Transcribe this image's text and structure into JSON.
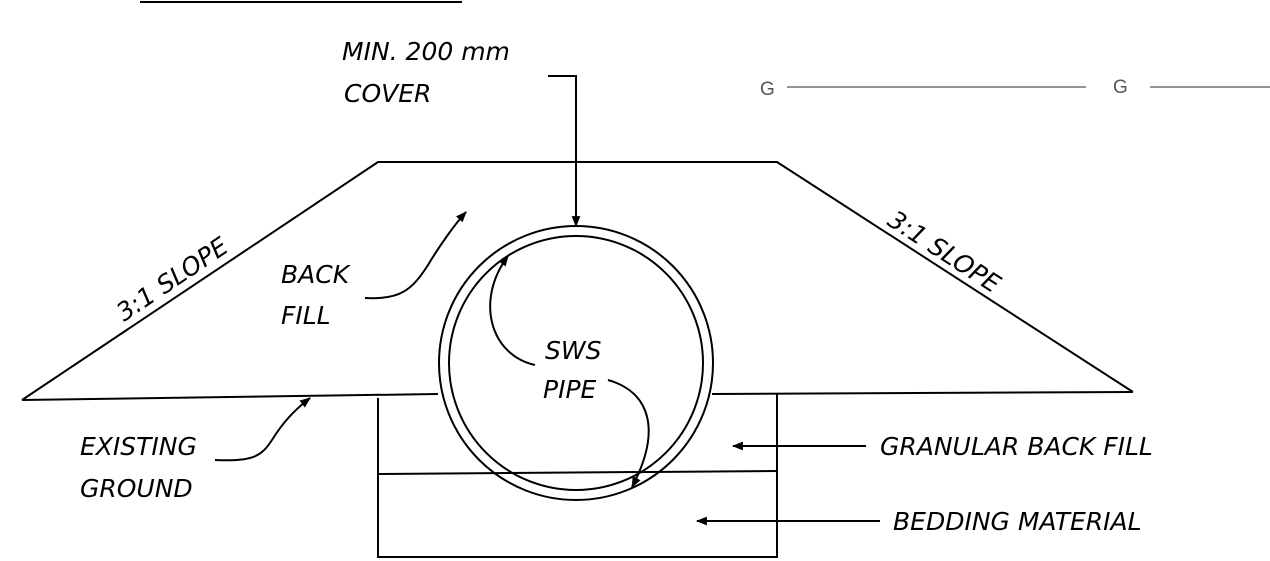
{
  "labels": {
    "cover_line1": "MIN. 200 mm",
    "cover_line2": "COVER",
    "slope_left": "3:1 SLOPE",
    "slope_right": "3:1 SLOPE",
    "backfill_line1": "BACK",
    "backfill_line2": "FILL",
    "pipe_line1": "SWS",
    "pipe_line2": "PIPE",
    "existing_line1": "EXISTING",
    "existing_line2": "GROUND",
    "granular": "GRANULAR BACK FILL",
    "bedding": "BEDDING MATERIAL",
    "gas_mark_1": "G",
    "gas_mark_2": "G"
  },
  "colors": {
    "line": "#000000",
    "gas_line": "#555555",
    "background": "#ffffff"
  }
}
